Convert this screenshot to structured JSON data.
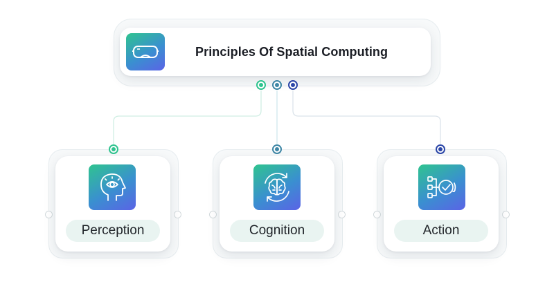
{
  "main": {
    "title": "Principles Of Spatial Computing",
    "icon": "vr-headset-icon"
  },
  "nodes": [
    {
      "label": "Perception",
      "icon": "head-eye-icon",
      "connector_color": "#2fc48f"
    },
    {
      "label": "Cognition",
      "icon": "brain-cycle-icon",
      "connector_color": "#3f87a6"
    },
    {
      "label": "Action",
      "icon": "process-check-icon",
      "connector_color": "#2b46a8"
    }
  ],
  "colors": {
    "tile_gradient_start": "#2fc48f",
    "tile_gradient_end": "#5b63e6",
    "pill_background": "#e9f4f1"
  }
}
